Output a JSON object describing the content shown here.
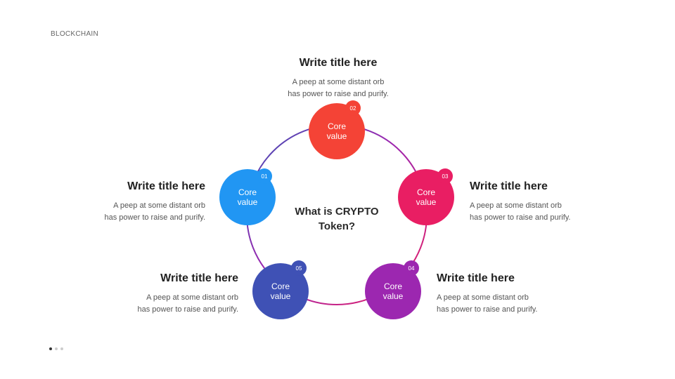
{
  "header": {
    "label": "BLOCKCHAIN"
  },
  "center": {
    "title_line1": "What is CRYPTO",
    "title_line2": "Token?"
  },
  "nodes": [
    {
      "num": "01",
      "line1": "Core",
      "line2": "value",
      "color": "#2196F3",
      "badge_color": "#2196F3"
    },
    {
      "num": "02",
      "line1": "Core",
      "line2": "value",
      "color": "#F44336",
      "badge_color": "#F44336"
    },
    {
      "num": "03",
      "line1": "Core",
      "line2": "value",
      "color": "#E91E63",
      "badge_color": "#E91E63"
    },
    {
      "num": "04",
      "line1": "Core",
      "line2": "value",
      "color": "#9C27B0",
      "badge_color": "#9C27B0"
    },
    {
      "num": "05",
      "line1": "Core",
      "line2": "value",
      "color": "#3F51B5",
      "badge_color": "#3F51B5"
    }
  ],
  "texts": [
    {
      "title": "Write title here",
      "desc1": "A peep at some distant orb",
      "desc2": "has power to raise and purify."
    },
    {
      "title": "Write title here",
      "desc1": "A peep at some distant orb",
      "desc2": "has power to raise and purify."
    },
    {
      "title": "Write title here",
      "desc1": "A peep at some distant orb",
      "desc2": "has power to raise and purify."
    },
    {
      "title": "Write title here",
      "desc1": "A peep at some distant orb",
      "desc2": "has power to raise and purify."
    },
    {
      "title": "Write title here",
      "desc1": "A peep at some distant orb",
      "desc2": "has power to raise and purify."
    }
  ],
  "pager": {
    "count": 3,
    "active": 0
  }
}
